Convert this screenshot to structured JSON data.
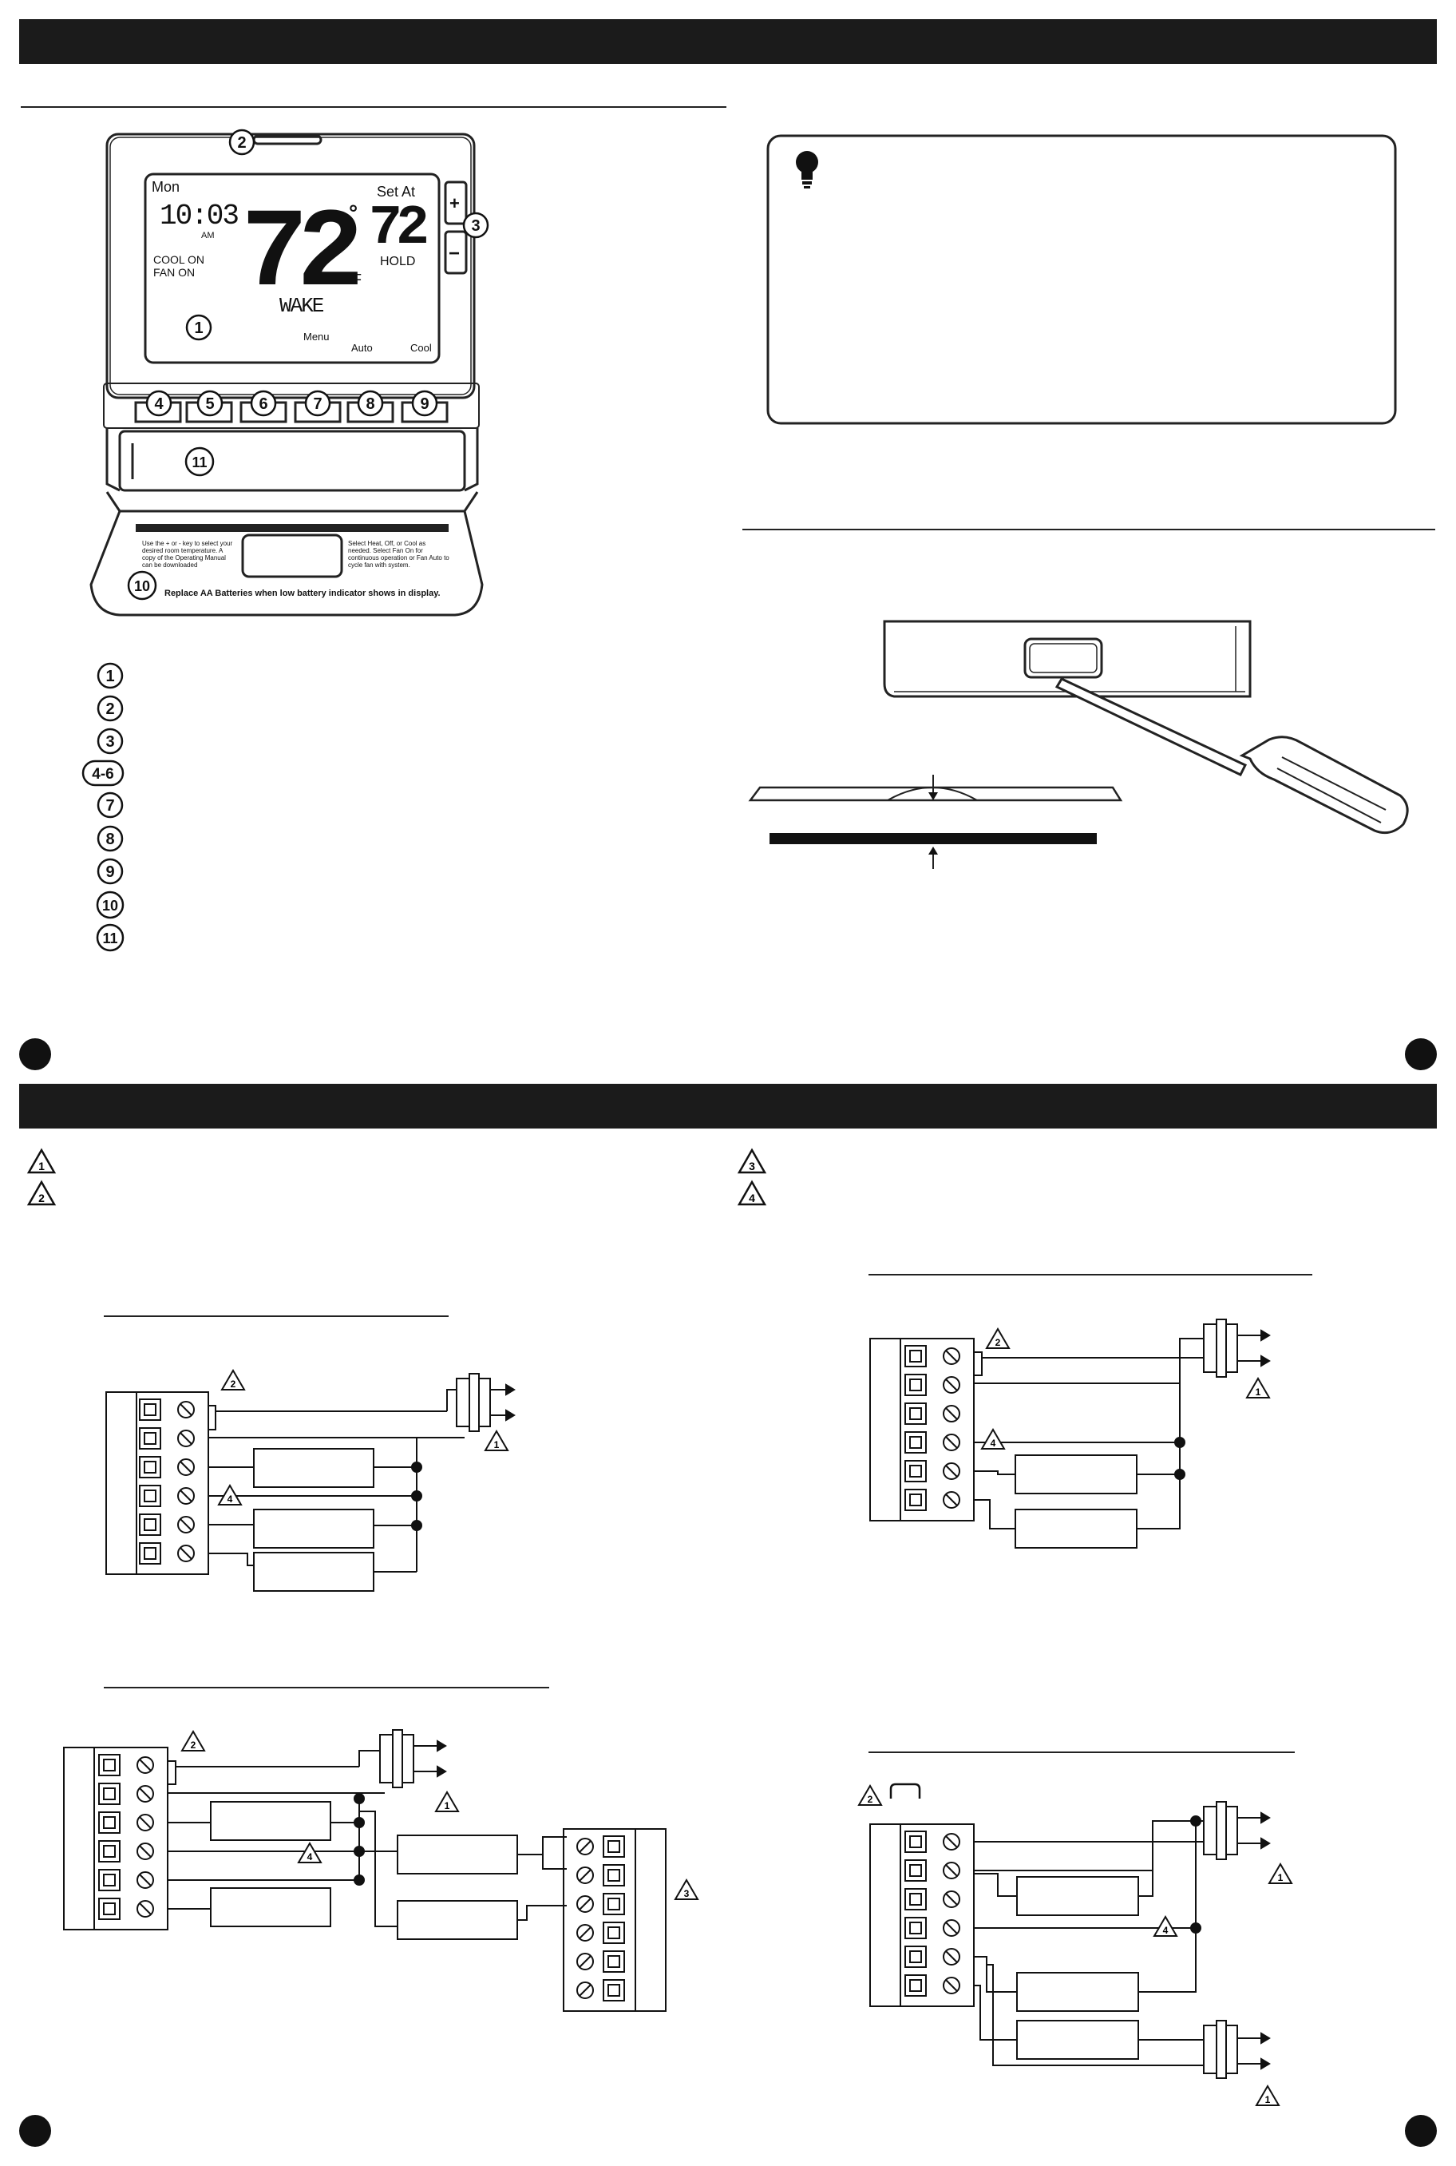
{
  "display": {
    "day": "Mon",
    "time": "10:03",
    "ampm": "AM",
    "room_temp": "72",
    "degree": "°",
    "unit": "F",
    "set_label": "Set At",
    "set_temp": "72",
    "hold": "HOLD",
    "cool_on": "COOL ON",
    "fan_on": "FAN ON",
    "period": "WAKE",
    "menu": "Menu",
    "fan_mode": "Auto",
    "sys_mode": "Cool"
  },
  "buttons": {
    "plus": "+",
    "minus": "−"
  },
  "callouts": [
    "1",
    "2",
    "3",
    "4",
    "5",
    "6",
    "7",
    "8",
    "9",
    "10",
    "11"
  ],
  "legend_markers": [
    "1",
    "2",
    "3",
    "4-6",
    "7",
    "8",
    "9",
    "10",
    "11"
  ],
  "cover": {
    "left_text": "Use the + or - key to select your desired room temperature. A copy of the Operating Manual can be downloaded",
    "right_text": "Select Heat, Off, or Cool as needed. Select Fan On for continuous operation or Fan Auto to cycle fan with system.",
    "battery_text": "Replace AA Batteries when low battery indicator shows in display."
  },
  "notes": [
    "1",
    "2",
    "3",
    "4"
  ],
  "tip_icon": "lightbulb-icon"
}
